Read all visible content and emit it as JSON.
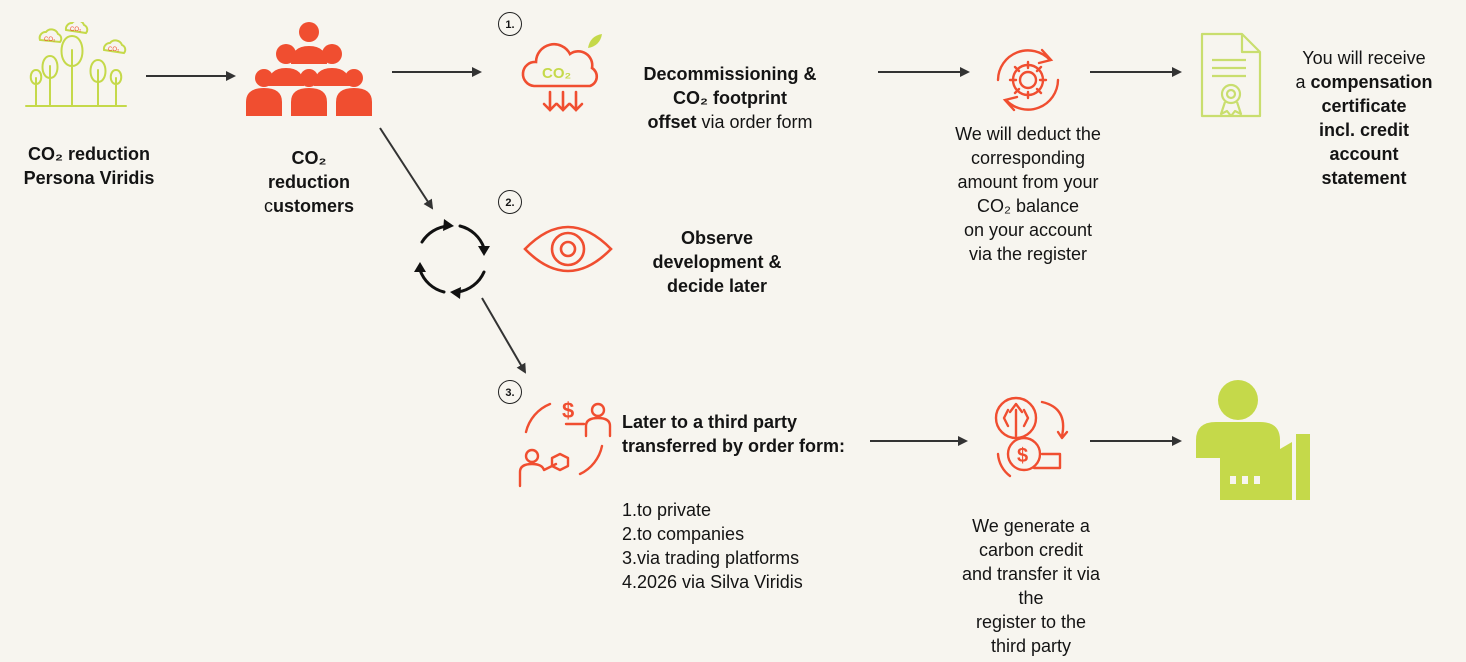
{
  "colors": {
    "accent": "#f04e30",
    "green": "#c5d94a",
    "green_light": "#c9de6e",
    "dark": "#222222",
    "background": "#f7f5ef"
  },
  "icons": {
    "forest": "forest-co2-icon",
    "customers": "people-group-icon",
    "decommission": "co2-cloud-icon",
    "deduct": "gear-cycle-icon",
    "certificate": "certificate-icon",
    "cycle": "cycle-arrows-icon",
    "observe": "eye-icon",
    "transfer": "people-exchange-icon",
    "carbon_credit": "carbon-credit-icon",
    "company": "person-factory-icon"
  },
  "persona": {
    "line1": "CO₂ reduction",
    "line2": "Persona Viridis"
  },
  "customers": {
    "line1": "CO₂",
    "line2": "reduction",
    "line3_prefix": "c",
    "line3_bold": "ustomers"
  },
  "steps": {
    "one": {
      "num": "1.",
      "line1": "Decommissioning &",
      "line2": "CO₂ footprint",
      "line3_bold": "offset",
      "line3_rest": " via order form"
    },
    "two": {
      "num": "2.",
      "line1": "Observe",
      "line2": "development &",
      "line3": "decide later"
    },
    "three": {
      "num": "3.",
      "line1": "Later to a third party",
      "line2": "transferred by order form:",
      "options": [
        "1.to private",
        "2.to companies",
        "3.via trading platforms",
        "4.2026 via Silva Viridis"
      ]
    }
  },
  "deduct": {
    "lines": [
      "We will deduct the",
      "corresponding",
      "amount from your",
      "CO₂ balance",
      "on your account",
      "via the register"
    ]
  },
  "certificate": {
    "line1": "You will receive",
    "line2_prefix": "a ",
    "line2_bold": "compensation",
    "lines_bold": [
      "certificate",
      "incl. credit",
      "account",
      "statement"
    ]
  },
  "credit": {
    "lines": [
      "We generate a",
      "carbon credit",
      "and transfer it via",
      "the",
      "register to the",
      "third party"
    ]
  }
}
